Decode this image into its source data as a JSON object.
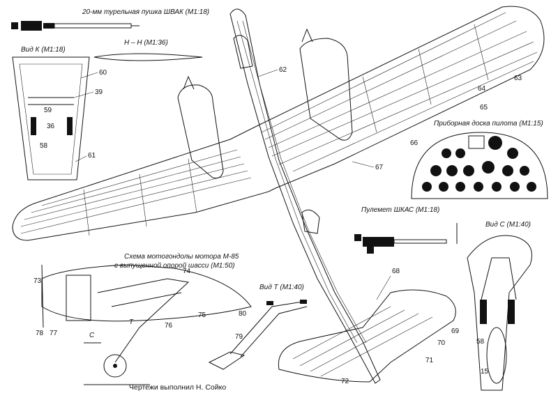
{
  "titles": {
    "cannon": "20-мм турельная пушка ШВАК (М1:18)",
    "section_hh": "Н – Н (М1:36)",
    "view_k": "Вид К (М1:18)",
    "panel": "Приборная доска пилота (М1:15)",
    "nacelle_1": "Схема мотогондолы мотора М-85",
    "nacelle_2": "с выпущенной опорой шасси (М1:50)",
    "mg": "Пулемет ШКАС (М1:18)",
    "view_t": "Вид Т (М1:40)",
    "view_c": "Вид С (М1:40)"
  },
  "credit": "Чертежи выполнил Н. Сойко",
  "marks": {
    "t": "Т",
    "c": "С"
  },
  "callouts": {
    "n15": "15",
    "n36": "36",
    "n39": "39",
    "n58a": "58",
    "n58b": "58",
    "n59": "59",
    "n60": "60",
    "n61": "61",
    "n62": "62",
    "n63": "63",
    "n64": "64",
    "n65": "65",
    "n66": "66",
    "n67": "67",
    "n68": "68",
    "n69": "69",
    "n70": "70",
    "n71": "71",
    "n72": "72",
    "n73": "73",
    "n74": "74",
    "n75": "75",
    "n76": "76",
    "n77": "77",
    "n78": "78",
    "n79": "79",
    "n80": "80"
  }
}
